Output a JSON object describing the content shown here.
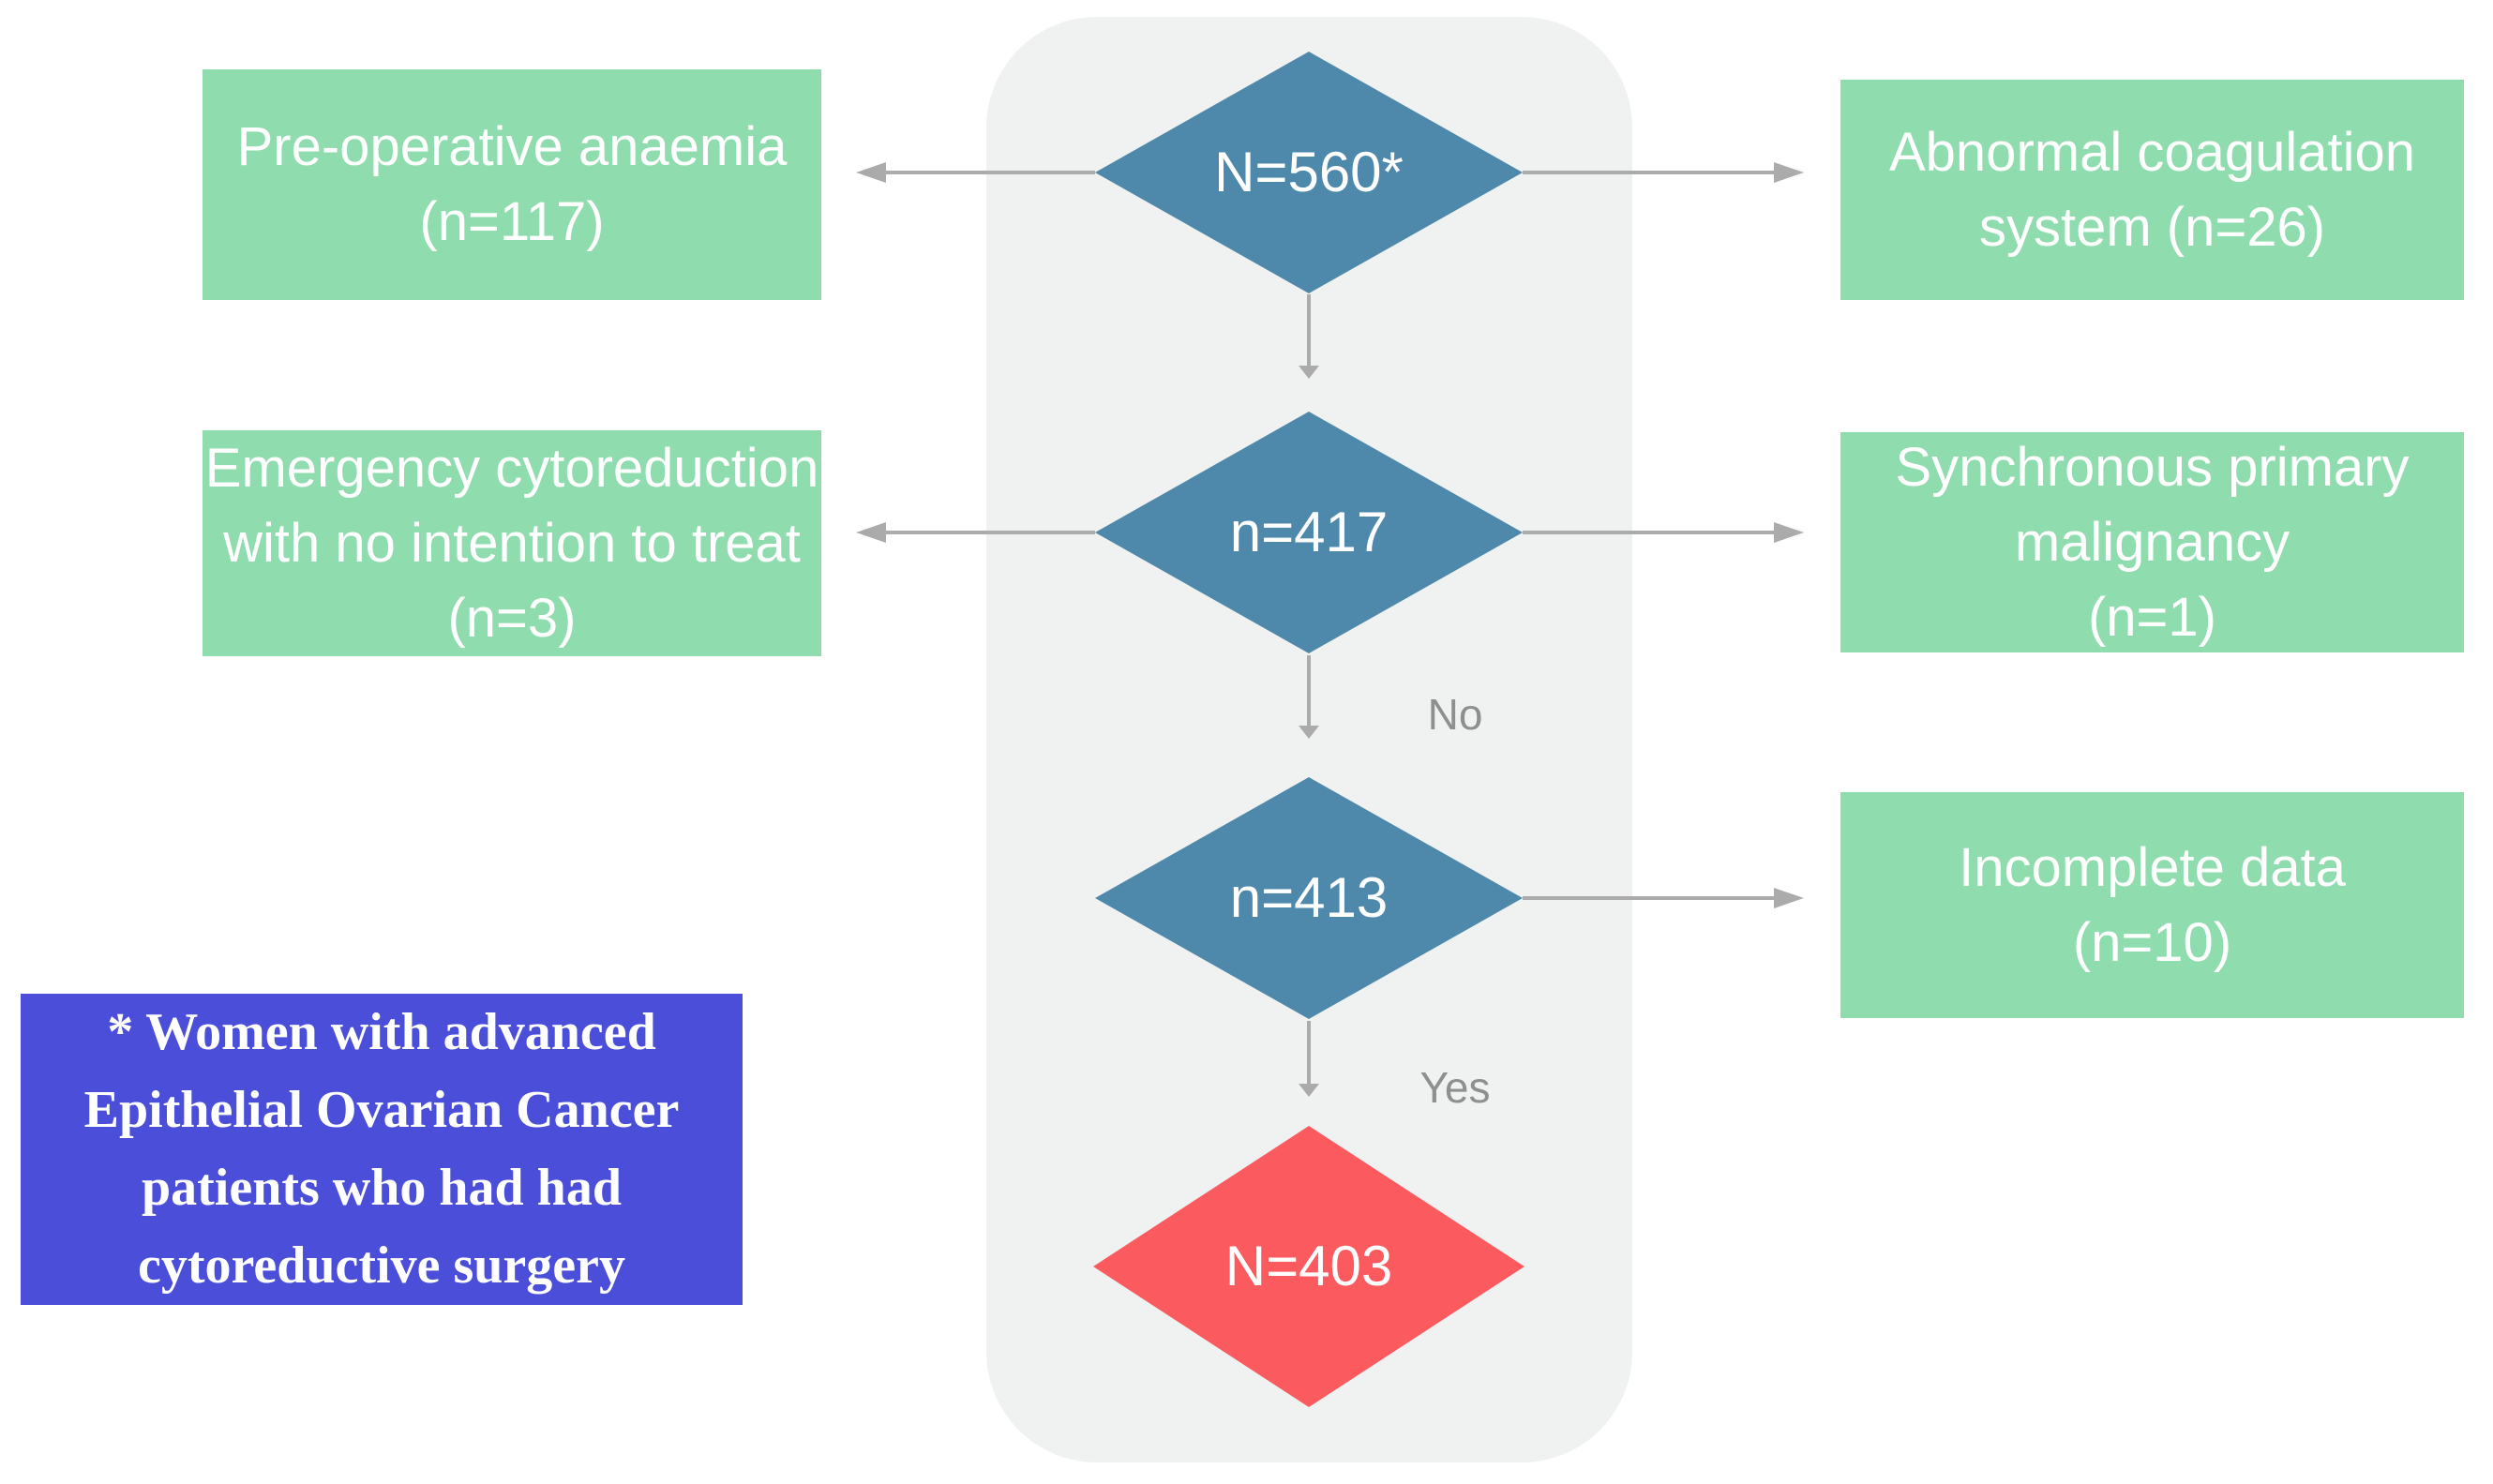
{
  "diagram": {
    "decision_nodes": {
      "total": "N=560*",
      "after_first_exclusions": "n=417",
      "after_second_exclusions": "n=413",
      "final": "N=403"
    },
    "edge_labels": {
      "no": "No",
      "yes": "Yes"
    },
    "exclusion_boxes": {
      "pre_operative_anaemia": {
        "lines": [
          "Pre-operative anaemia",
          "(n=117)"
        ]
      },
      "abnormal_coagulation": {
        "lines": [
          "Abnormal coagulation",
          "system (n=26)"
        ]
      },
      "emergency_cytoreduction": {
        "lines": [
          "Emergency cytoreduction",
          "with no intention to treat",
          "(n=3)"
        ]
      },
      "synchronous_primary_malignancy": {
        "lines": [
          "Synchronous primary",
          "malignancy",
          "(n=1)"
        ]
      },
      "incomplete_data": {
        "lines": [
          "Incomplete data",
          "(n=10)"
        ]
      }
    },
    "footnote": {
      "lines": [
        "* Women with advanced",
        "Epithelial Ovarian Cancer",
        "patients who had had",
        "cytoreductive surgery"
      ]
    },
    "colors": {
      "decision_node_blue": "#4E89AC",
      "final_node_red": "#FB5B5F",
      "exclusion_green": "#8FDCAE",
      "footnote_blue": "#4B4ED8",
      "lane_background": "#F0F1F1",
      "arrow_gray": "#ABABAB",
      "edge_label_gray": "#8F8F8F",
      "text_white": "#FFFFFF"
    }
  }
}
